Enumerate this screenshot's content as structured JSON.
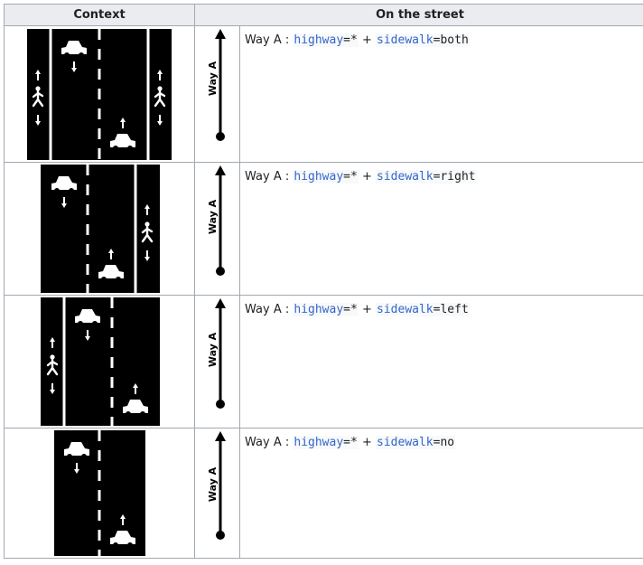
{
  "header": {
    "context": "Context",
    "street": "On the street"
  },
  "way_label": "Way A",
  "rows": [
    {
      "id": "both",
      "way": "Way A",
      "key1": "highway",
      "val1": "=*",
      "plus": "+",
      "key2": "sidewalk",
      "val2": "=both"
    },
    {
      "id": "right",
      "way": "Way A",
      "key1": "highway",
      "val1": "=*",
      "plus": "+",
      "key2": "sidewalk",
      "val2": "=right"
    },
    {
      "id": "left",
      "way": "Way A",
      "key1": "highway",
      "val1": "=*",
      "plus": "+",
      "key2": "sidewalk",
      "val2": "=left"
    },
    {
      "id": "no",
      "way": "Way A",
      "key1": "highway",
      "val1": "=*",
      "plus": "+",
      "key2": "sidewalk",
      "val2": "=no"
    }
  ],
  "colors": {
    "header_bg": "#eaecf0",
    "border": "#a2a9b1",
    "key": "#3366cc",
    "road": "#000000",
    "marking": "#ffffff"
  },
  "icons": {
    "car": "car-icon",
    "pedestrian": "pedestrian-icon",
    "arrow": "arrow-icon",
    "way_arrow": "way-direction-arrow"
  }
}
